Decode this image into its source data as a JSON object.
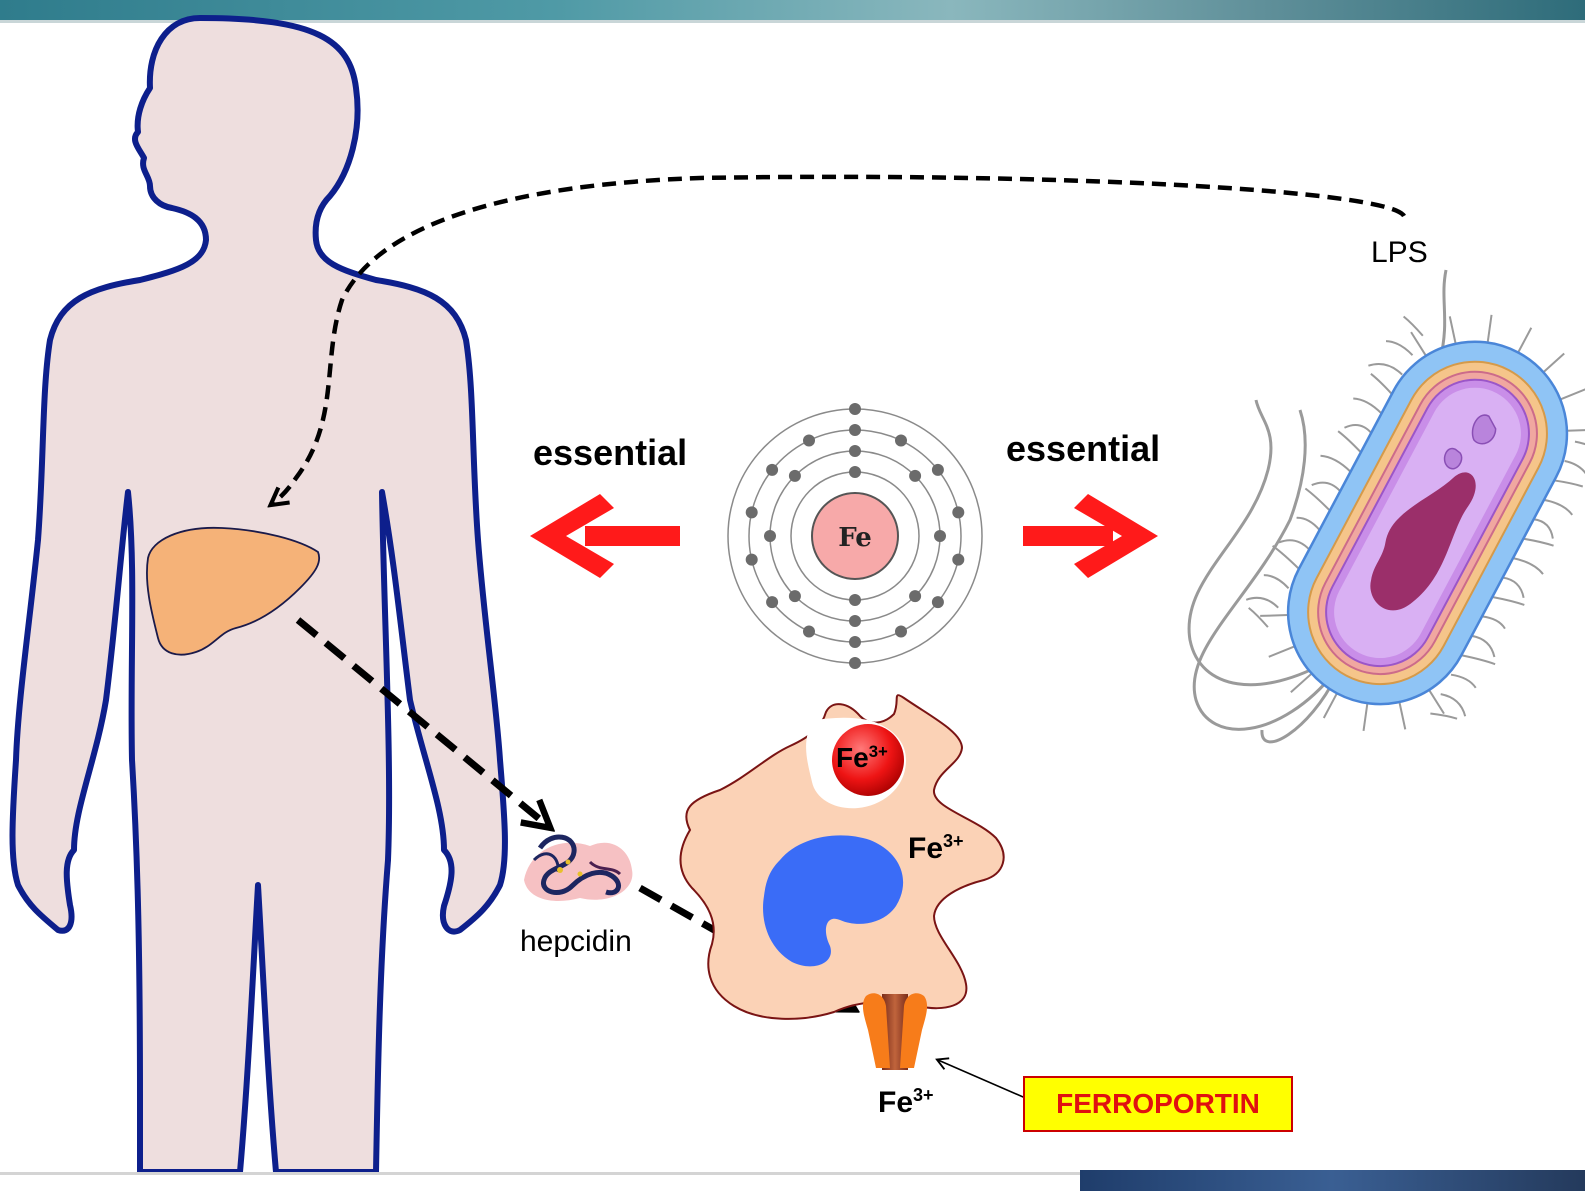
{
  "labels": {
    "essential_left": "essential",
    "essential_right": "essential",
    "lps": "LPS",
    "hepcidin": "hepcidin",
    "fe_symbol": "Fe",
    "fe_ion_base": "Fe",
    "fe_ion_charge": "3+",
    "ferroportin": "FERROPORTIN"
  },
  "colors": {
    "body_fill": "#eedede",
    "body_outline": "#0d1f8c",
    "liver": "#f5b278",
    "red_arrow": "#ff1a1a",
    "cell_fill": "#fbd2b6",
    "nucleus": "#3a6cf7",
    "ferroportin": "#f77c1a",
    "fe_sphere": "#ee1414",
    "highlight_box": "#ffff00",
    "highlight_text": "#e01010"
  },
  "icons": {
    "human": "human-silhouette-icon",
    "liver": "liver-icon",
    "atom": "iron-atom-icon",
    "bacterium": "bacterium-icon",
    "hepcidin": "hepcidin-molecule-icon",
    "macrophage": "macrophage-cell-icon",
    "ferroportin": "ferroportin-channel-icon"
  },
  "atom": {
    "shells": [
      2,
      8,
      14,
      2
    ]
  }
}
